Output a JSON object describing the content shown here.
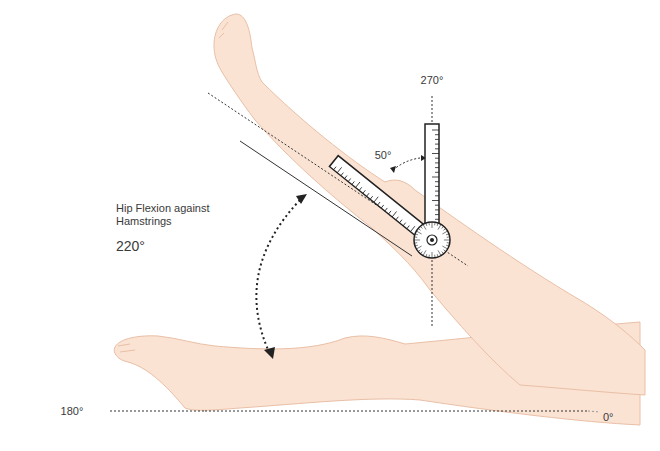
{
  "diagram": {
    "labels": [
      "270°",
      "50°",
      "Hip Flexion against Hamstrings",
      "220°",
      "180°",
      "0°"
    ]
  }
}
